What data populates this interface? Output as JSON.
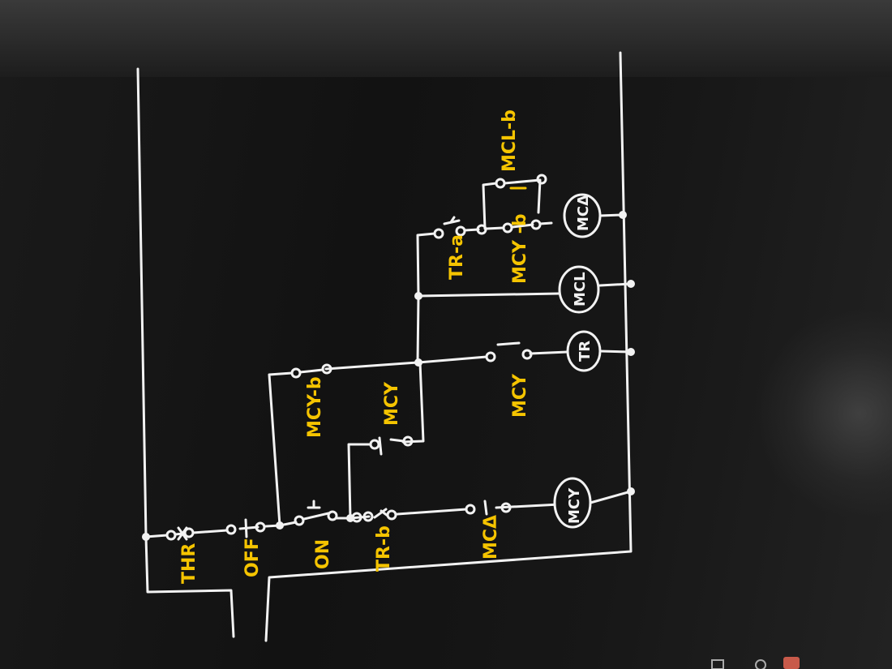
{
  "diagram": {
    "contacts": {
      "thr": "THR",
      "off": "OFF",
      "on": "ON",
      "tr_b": "TR-b",
      "mc_delta": "MCΔ",
      "mcy_b": "MCY-b",
      "mcy_a": "MCY",
      "mcy_lower": "MCY",
      "tr_a": "TR-a",
      "mcy_b2": "MCY -b",
      "mcl_b": "MCL-b"
    },
    "coils": {
      "mcy": "MCY",
      "tr": "TR",
      "mcl": "MCL",
      "mcd": "MCΔ"
    }
  },
  "colors": {
    "wire": "#f2f2f2",
    "label": "#f5c400",
    "background": "#151515"
  }
}
